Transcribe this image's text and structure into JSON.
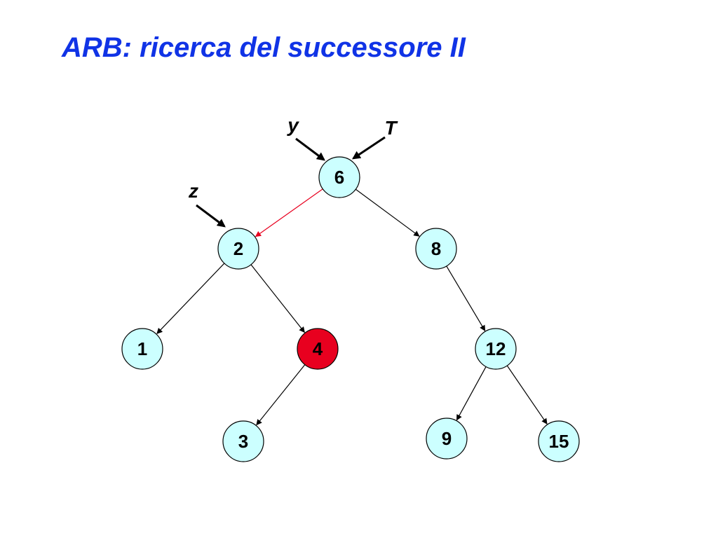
{
  "slide": {
    "title": "ARB: ricerca del successore II"
  },
  "colors": {
    "title": "#1033E6",
    "node_fill": "#CCFFFF",
    "node_highlight_fill": "#E8001F",
    "edge": "#000000",
    "edge_highlight": "#E8001F"
  },
  "tree": {
    "nodes": [
      {
        "id": "n6",
        "label": "6",
        "highlight": false
      },
      {
        "id": "n2",
        "label": "2",
        "highlight": false
      },
      {
        "id": "n8",
        "label": "8",
        "highlight": false
      },
      {
        "id": "n1",
        "label": "1",
        "highlight": false
      },
      {
        "id": "n4",
        "label": "4",
        "highlight": true
      },
      {
        "id": "n12",
        "label": "12",
        "highlight": false
      },
      {
        "id": "n3",
        "label": "3",
        "highlight": false
      },
      {
        "id": "n9",
        "label": "9",
        "highlight": false
      },
      {
        "id": "n15",
        "label": "15",
        "highlight": false
      }
    ],
    "edges": [
      {
        "from": "n6",
        "to": "n2",
        "highlight": true
      },
      {
        "from": "n6",
        "to": "n8",
        "highlight": false
      },
      {
        "from": "n2",
        "to": "n1",
        "highlight": false
      },
      {
        "from": "n2",
        "to": "n4",
        "highlight": false
      },
      {
        "from": "n8",
        "to": "n12",
        "highlight": false
      },
      {
        "from": "n4",
        "to": "n3",
        "highlight": false
      },
      {
        "from": "n12",
        "to": "n9",
        "highlight": false
      },
      {
        "from": "n12",
        "to": "n15",
        "highlight": false
      }
    ],
    "pointers": [
      {
        "id": "y",
        "label": "y",
        "target": "n6"
      },
      {
        "id": "T",
        "label": "T",
        "target": "n6"
      },
      {
        "id": "z",
        "label": "z",
        "target": "n2"
      }
    ]
  }
}
